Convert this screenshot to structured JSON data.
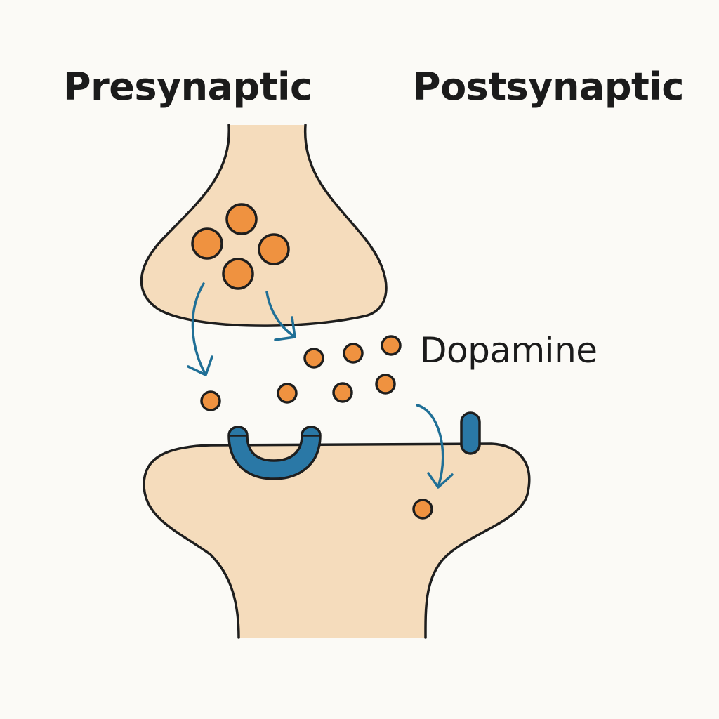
{
  "labels": {
    "presynaptic": "Presynaptic",
    "postsynaptic": "Postsynaptic",
    "neurotransmitter": "Dopamine"
  },
  "colors": {
    "background": "#fbfaf6",
    "neuron_fill": "#f5dcbc",
    "outline": "#1e1e1e",
    "dopamine_fill": "#ef9240",
    "receptor_fill": "#2a78a6",
    "arrow": "#1f6f96"
  },
  "icons": {
    "vesicle": "orange-circle",
    "receptor": "blue-u-shape",
    "transporter": "blue-capsule",
    "release_arrow": "curved-arrow"
  }
}
